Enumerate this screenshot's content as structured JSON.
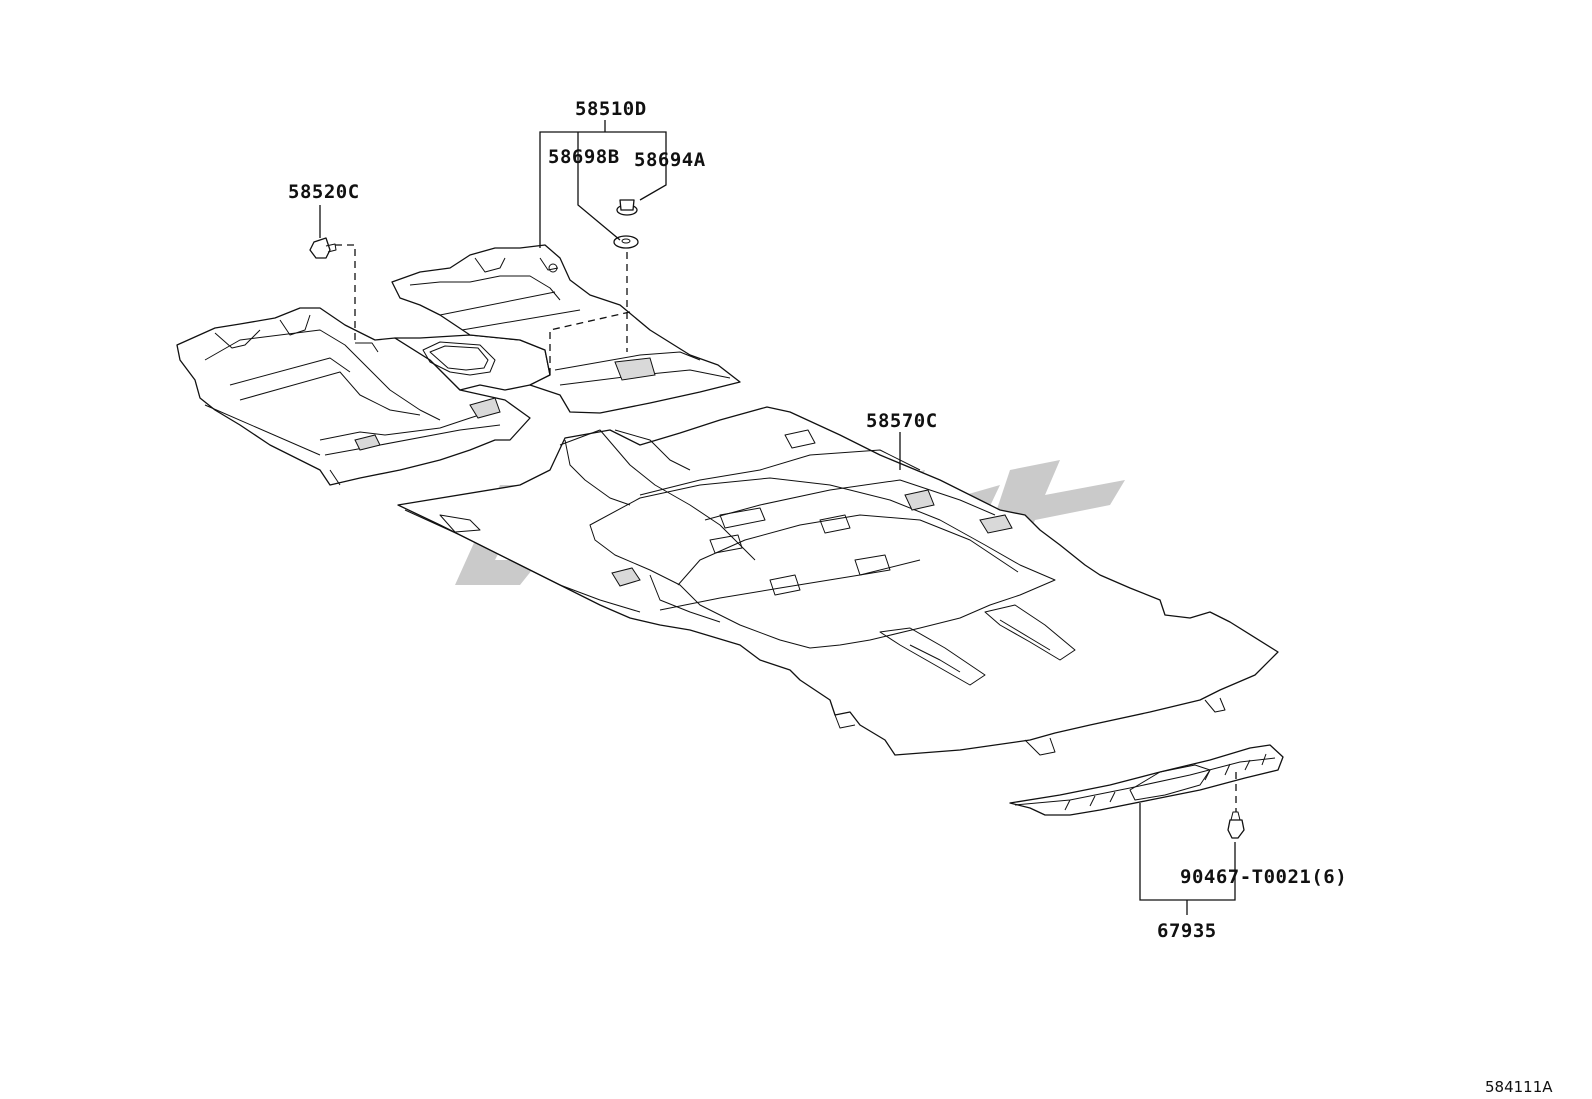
{
  "diagram": {
    "parts": [
      {
        "id": "carpet-assy",
        "code": "58510D"
      },
      {
        "id": "floor-silencer-clip",
        "code": "58520C"
      },
      {
        "id": "carpet-grommet",
        "code": "58698B"
      },
      {
        "id": "carpet-fastener",
        "code": "58694A"
      },
      {
        "id": "rear-floor-carpet",
        "code": "58570C"
      },
      {
        "id": "back-door-scuff-clip",
        "code": "90467-T0021(6)"
      },
      {
        "id": "back-door-scuff-plate",
        "code": "67935"
      }
    ],
    "reference_code": "584111A",
    "colors": {
      "line": "#111111",
      "watermark": "#b8b8b8",
      "background": "#ffffff"
    }
  }
}
